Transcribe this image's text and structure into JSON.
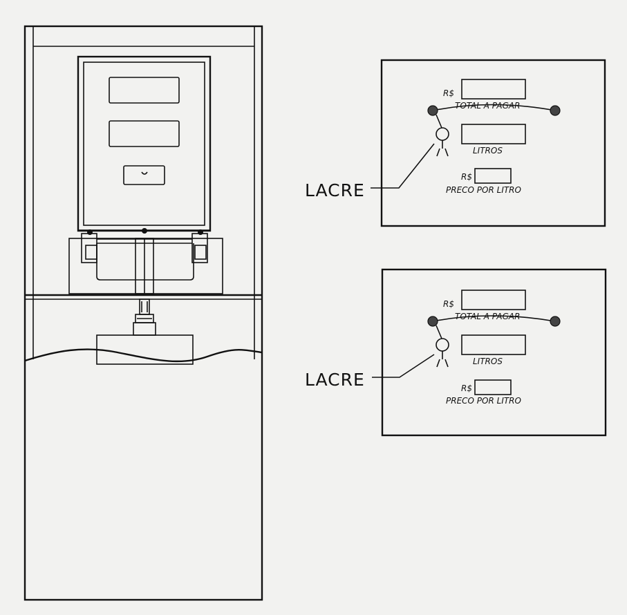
{
  "panels": [
    {
      "currency_total": "R$",
      "total_label": "TOTAL A PAGAR",
      "liters_label": "LITROS",
      "currency_price": "R$",
      "price_label": "PRECO POR LITRO",
      "seal_label": "LACRE"
    },
    {
      "currency_total": "R$",
      "total_label": "TOTAL A PAGAR",
      "liters_label": "LITROS",
      "currency_price": "R$",
      "price_label": "PRECO POR LITRO",
      "seal_label": "LACRE"
    }
  ]
}
